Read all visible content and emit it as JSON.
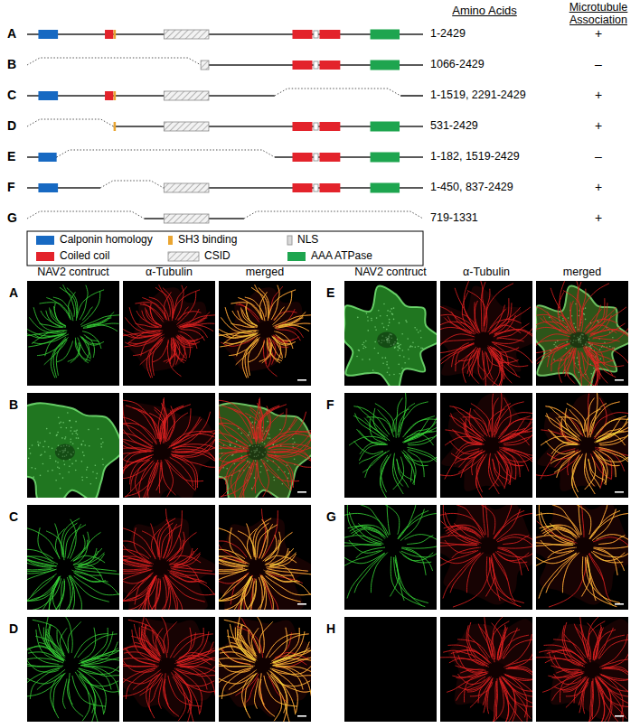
{
  "diagram": {
    "labels": [
      "Amino Acids",
      "Microtubule Association",
      "A",
      "1-2429",
      "+",
      "B",
      "1066-2429",
      "–",
      "C",
      "1-1519, 2291-2429",
      "+",
      "D",
      "531-2429",
      "+",
      "E",
      "1-182, 1519-2429",
      "–",
      "F",
      "1-450, 837-2429",
      "+",
      "G",
      "719-1331",
      "+",
      "NAV2 contruct",
      "α-Tubulin",
      "merged",
      "NAV2 contruct",
      "α-Tubulin",
      "merged",
      "A",
      "B",
      "C",
      "D",
      "E",
      "F",
      "G",
      "H"
    ],
    "legend": [
      {
        "text": "Calponin homology",
        "color": "#1769c2"
      },
      {
        "text": "SH3 binding",
        "color": "#eaa531"
      },
      {
        "text": "NLS",
        "color": "#d9d9d9"
      },
      {
        "text": "Coiled coil",
        "color": "#e3232b"
      },
      {
        "text": "CSID"
      },
      {
        "text": "AAA ATPase",
        "color": "#1ea54f"
      }
    ]
  }
}
